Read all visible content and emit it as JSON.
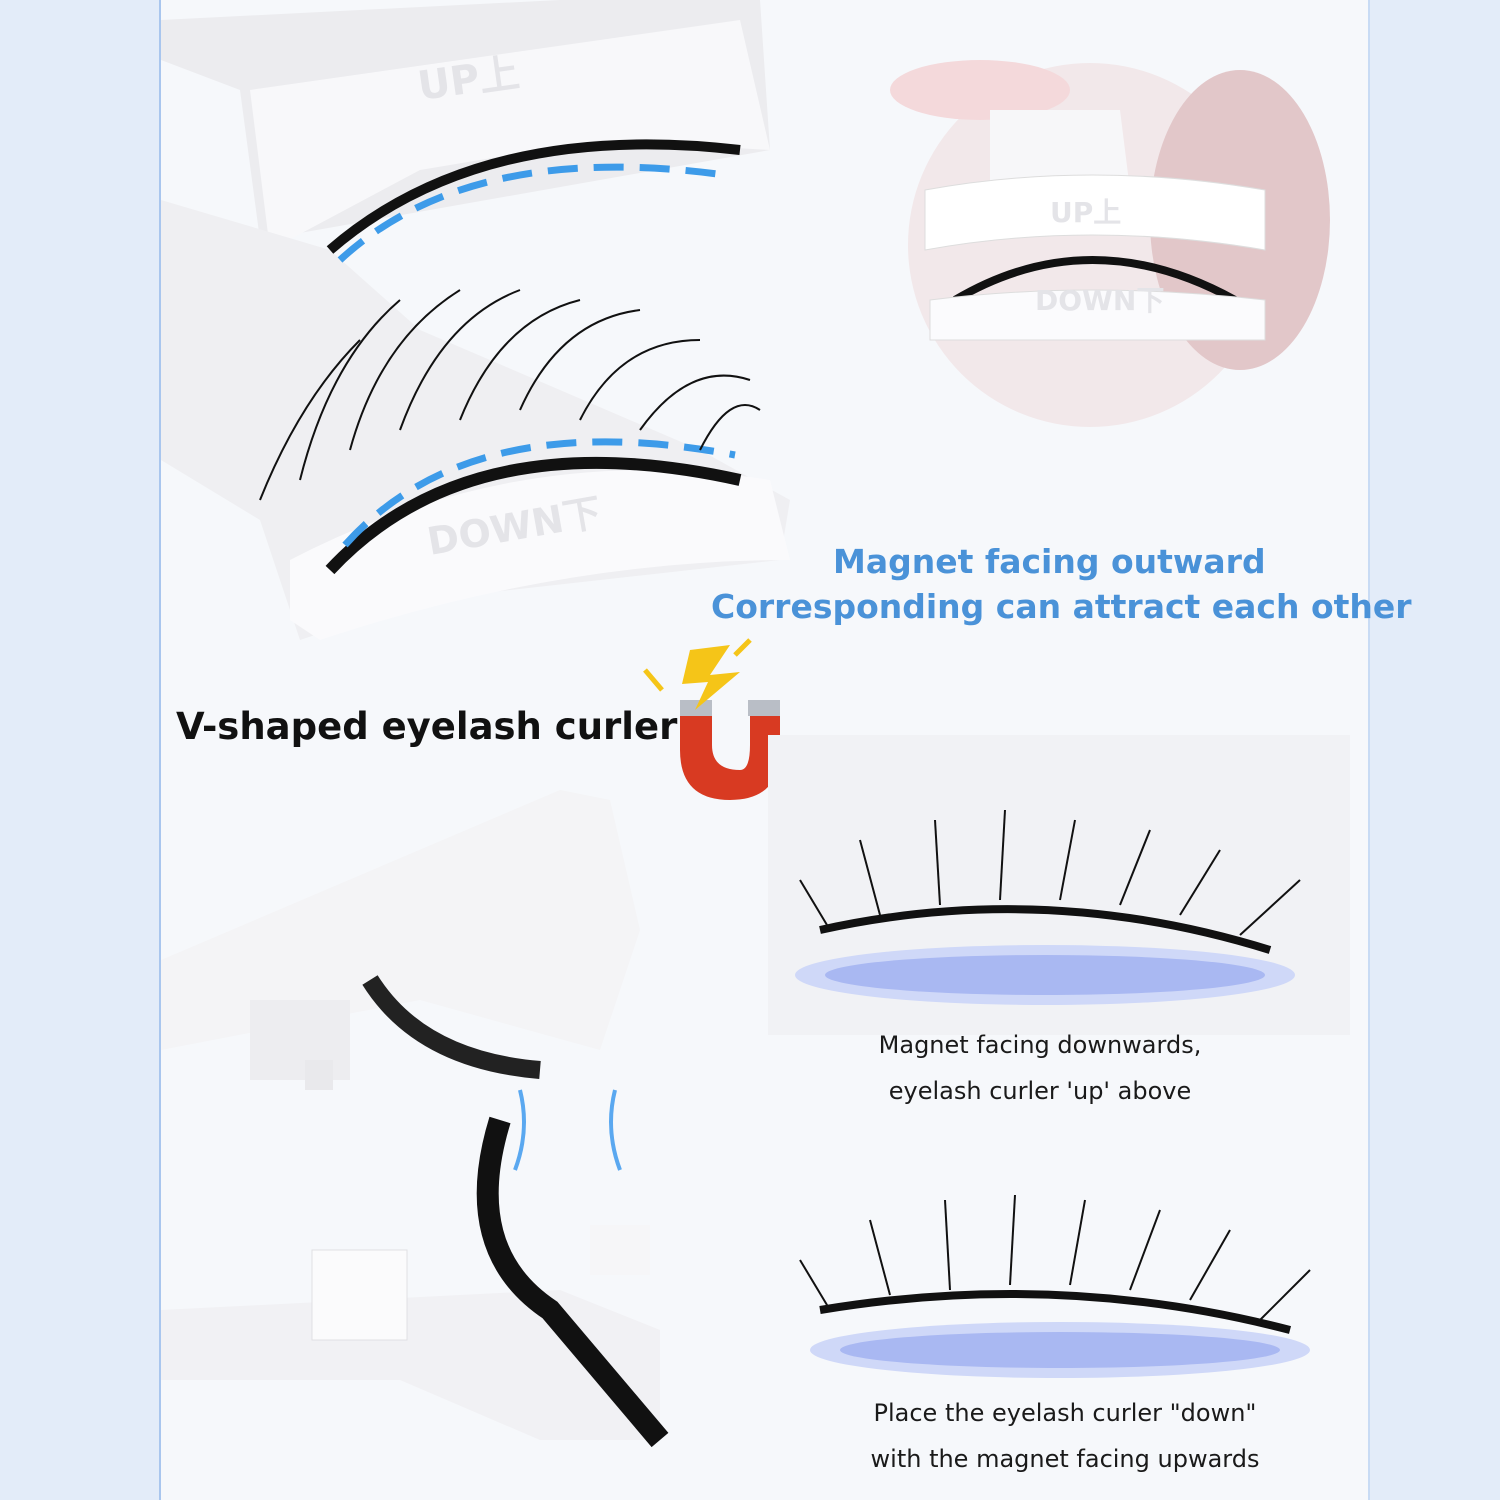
{
  "colors": {
    "side_band": "#e3ecf9",
    "accent_blue": "#4a92d8",
    "dash_blue": "#3d9be9",
    "magnet_red": "#d83a22"
  },
  "curler_labels": {
    "up": "UP上",
    "down": "DOWN下"
  },
  "headline_blue": {
    "line1": "Magnet facing outward",
    "line2": "Corresponding can attract each other"
  },
  "product_title": "V-shaped eyelash curler",
  "caption_1": {
    "line1": "Magnet facing downwards,",
    "line2": "eyelash curler 'up' above"
  },
  "caption_2": {
    "line1": "Place the eyelash curler \"down\"",
    "line2": "with the magnet facing upwards"
  },
  "icons": [
    "magnet-icon",
    "lightning-icon"
  ]
}
